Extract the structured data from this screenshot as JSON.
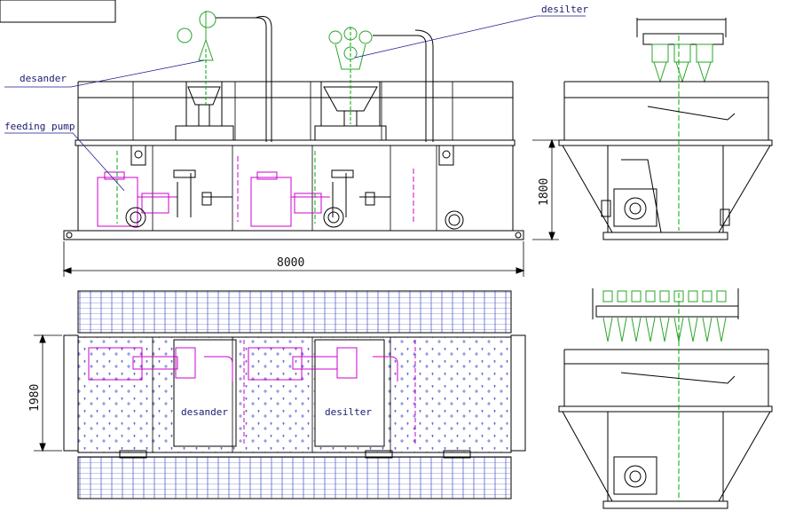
{
  "labels": {
    "desander": "desander",
    "desilter": "desilter",
    "feeding_pump": "feeding pump",
    "plan_desander": "desander",
    "plan_desilter": "desilter"
  },
  "dimensions": {
    "length": "8000",
    "height": "1800",
    "width": "1980"
  },
  "colors": {
    "line": "#000000",
    "pump": "#cc00cc",
    "cone": "#2aa52a",
    "center": "#00aa00",
    "grate": "#2233bb",
    "leader": "#1a1a8e"
  }
}
